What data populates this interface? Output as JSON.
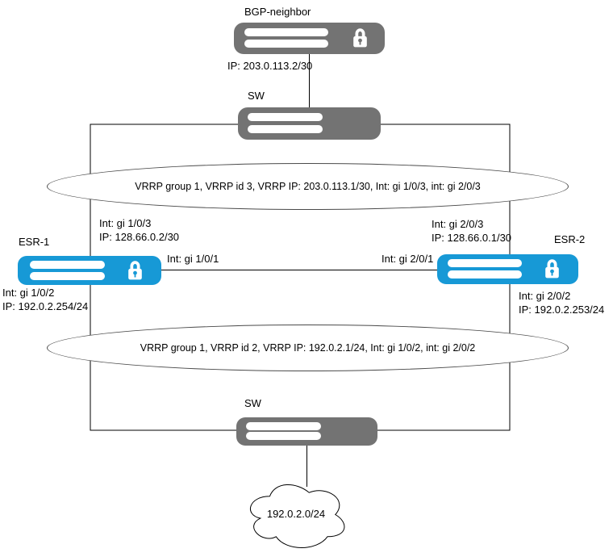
{
  "diagram": {
    "top_router": {
      "name": "BGP-neighbor",
      "ip_label": "IP: 203.0.113.2/30"
    },
    "sw_top": {
      "name": "SW"
    },
    "vrrp_upstream": {
      "text": "VRRP group 1, VRRP id 3, VRRP IP: 203.0.113.1/30, Int: gi 1/0/3, int: gi 2/0/3"
    },
    "esr1": {
      "name": "ESR-1",
      "int_top": "Int: gi 1/0/3",
      "ip_top": "IP: 128.66.0.2/30",
      "int_right": "Int: gi 1/0/1",
      "int_bottom": "Int: gi 1/0/2",
      "ip_bottom": "IP: 192.0.2.254/24"
    },
    "esr2": {
      "name": "ESR-2",
      "int_top": "Int: gi 2/0/3",
      "ip_top": "IP: 128.66.0.1/30",
      "int_left": "Int: gi 2/0/1",
      "int_bottom": "Int: gi 2/0/2",
      "ip_bottom": "IP: 192.0.2.253/24"
    },
    "vrrp_downstream": {
      "text": "VRRP group 1, VRRP id 2, VRRP IP: 192.0.2.1/24, Int: gi 1/0/2, int: gi 2/0/2"
    },
    "sw_bottom": {
      "name": "SW"
    },
    "cloud": {
      "label": "192.0.2.0/24"
    },
    "colors": {
      "router_blue": "#1799d6",
      "device_gray": "#737373",
      "edge_black": "#000000"
    }
  }
}
